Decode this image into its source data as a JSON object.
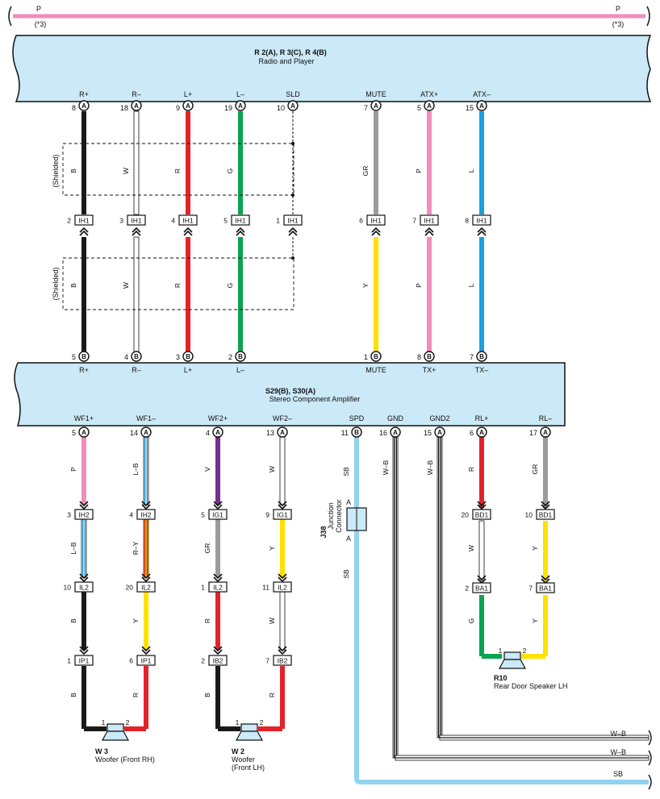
{
  "power_line": {
    "label_left": "P",
    "label_right": "P",
    "ref_left": "(*3)",
    "ref_right": "(*3)"
  },
  "radio_unit": {
    "title": "R 2(A), R 3(C), R 4(B)",
    "subtitle": "Radio and Player"
  },
  "amp_unit": {
    "title": "S29(B), S30(A)",
    "subtitle": "Stereo Component Amplifier"
  },
  "shield_label": "(Shielded)",
  "radio_pins": [
    {
      "name": "R+",
      "num": "8",
      "conn": "A"
    },
    {
      "name": "R–",
      "num": "18",
      "conn": "A"
    },
    {
      "name": "L+",
      "num": "9",
      "conn": "A"
    },
    {
      "name": "L–",
      "num": "19",
      "conn": "A"
    },
    {
      "name": "SLD",
      "num": "10",
      "conn": "A"
    },
    {
      "name": "MUTE",
      "num": "7",
      "conn": "A"
    },
    {
      "name": "ATX+",
      "num": "5",
      "conn": "A"
    },
    {
      "name": "ATX–",
      "num": "15",
      "conn": "A"
    }
  ],
  "upper_wire_colors": [
    "B",
    "W",
    "R",
    "G",
    "",
    "GR",
    "P",
    "L"
  ],
  "ih1_connectors": [
    {
      "num": "2",
      "label": "IH1"
    },
    {
      "num": "3",
      "label": "IH1"
    },
    {
      "num": "4",
      "label": "IH1"
    },
    {
      "num": "5",
      "label": "IH1"
    },
    {
      "num": "1",
      "label": "IH1"
    },
    {
      "num": "6",
      "label": "IH1"
    },
    {
      "num": "7",
      "label": "IH1"
    },
    {
      "num": "8",
      "label": "IH1"
    }
  ],
  "lower_wire_colors": [
    "B",
    "W",
    "R",
    "G",
    "",
    "Y",
    "P",
    "L"
  ],
  "amp_top_pins": [
    {
      "name": "R+",
      "num": "5",
      "conn": "B"
    },
    {
      "name": "R–",
      "num": "4",
      "conn": "B"
    },
    {
      "name": "L+",
      "num": "3",
      "conn": "B"
    },
    {
      "name": "L–",
      "num": "2",
      "conn": "B"
    },
    {
      "name": "MUTE",
      "num": "1",
      "conn": "B"
    },
    {
      "name": "TX+",
      "num": "8",
      "conn": "B"
    },
    {
      "name": "TX–",
      "num": "7",
      "conn": "B"
    }
  ],
  "amp_bottom_pins": [
    {
      "name": "WF1+",
      "num": "5",
      "conn": "A"
    },
    {
      "name": "WF1–",
      "num": "14",
      "conn": "A"
    },
    {
      "name": "WF2+",
      "num": "4",
      "conn": "A"
    },
    {
      "name": "WF2–",
      "num": "13",
      "conn": "A"
    },
    {
      "name": "SPD",
      "num": "11",
      "conn": "B"
    },
    {
      "name": "GND",
      "num": "16",
      "conn": "A"
    },
    {
      "name": "GND2",
      "num": "15",
      "conn": "A"
    },
    {
      "name": "RL+",
      "num": "6",
      "conn": "A"
    },
    {
      "name": "RL–",
      "num": "17",
      "conn": "A"
    }
  ],
  "woofer_branch_colors": {
    "seg1": [
      "P",
      "L–B",
      "V",
      "W"
    ],
    "seg2": [
      "L–B",
      "R–Y",
      "GR",
      "Y"
    ],
    "seg3": [
      "B",
      "Y",
      "R",
      "W"
    ],
    "seg4": [
      "B",
      "R",
      "B",
      "R"
    ]
  },
  "woofer_connectors": {
    "row1": [
      {
        "num": "3",
        "label": "IH2"
      },
      {
        "num": "4",
        "label": "IH2"
      },
      {
        "num": "5",
        "label": "IG1"
      },
      {
        "num": "9",
        "label": "IG1"
      }
    ],
    "row2": [
      {
        "num": "10",
        "label": "IL2"
      },
      {
        "num": "20",
        "label": "IL2"
      },
      {
        "num": "1",
        "label": "IL2"
      },
      {
        "num": "11",
        "label": "IL2"
      }
    ],
    "row3": [
      {
        "num": "1",
        "label": "IP1"
      },
      {
        "num": "6",
        "label": "IP1"
      },
      {
        "num": "2",
        "label": "IB2"
      },
      {
        "num": "7",
        "label": "IB2"
      }
    ]
  },
  "speakers": [
    {
      "code": "W 3",
      "name": "Woofer (Front RH)",
      "pin1": "1",
      "pin2": "2"
    },
    {
      "code": "W 2",
      "name": "Woofer",
      "name2": "(Front LH)",
      "pin1": "1",
      "pin2": "2"
    },
    {
      "code": "R10",
      "name": "Rear Door Speaker LH",
      "pin1": "1",
      "pin2": "2"
    }
  ],
  "junction": {
    "code": "J38",
    "name1": "Junction",
    "name2": "Connector",
    "pin_top": "A",
    "pin_bottom": "A"
  },
  "spd_colors": [
    "SB",
    "SB"
  ],
  "gnd_colors": [
    "W–B",
    "W–B"
  ],
  "rear_colors": {
    "seg1": [
      "R",
      "GR"
    ],
    "seg2": [
      "W",
      "Y"
    ],
    "seg3": [
      "G",
      "Y"
    ]
  },
  "rear_connectors": {
    "row1": [
      {
        "num": "20",
        "label": "BD1"
      },
      {
        "num": "10",
        "label": "BD1"
      }
    ],
    "row2": [
      {
        "num": "2",
        "label": "BA1"
      },
      {
        "num": "7",
        "label": "BA1"
      }
    ]
  },
  "exit_labels": [
    "W–B",
    "W–B",
    "SB"
  ],
  "colors": {
    "unit_fill": "#cbe9f7",
    "B": "#1a1a1a",
    "R": "#e3232a",
    "G": "#0aa350",
    "GR": "#9b9b9b",
    "P": "#f08dbc",
    "L": "#1aa0e0",
    "Y": "#ffe100",
    "V": "#7a2e8e",
    "SB": "#92d3ef",
    "W": "#ffffff"
  }
}
